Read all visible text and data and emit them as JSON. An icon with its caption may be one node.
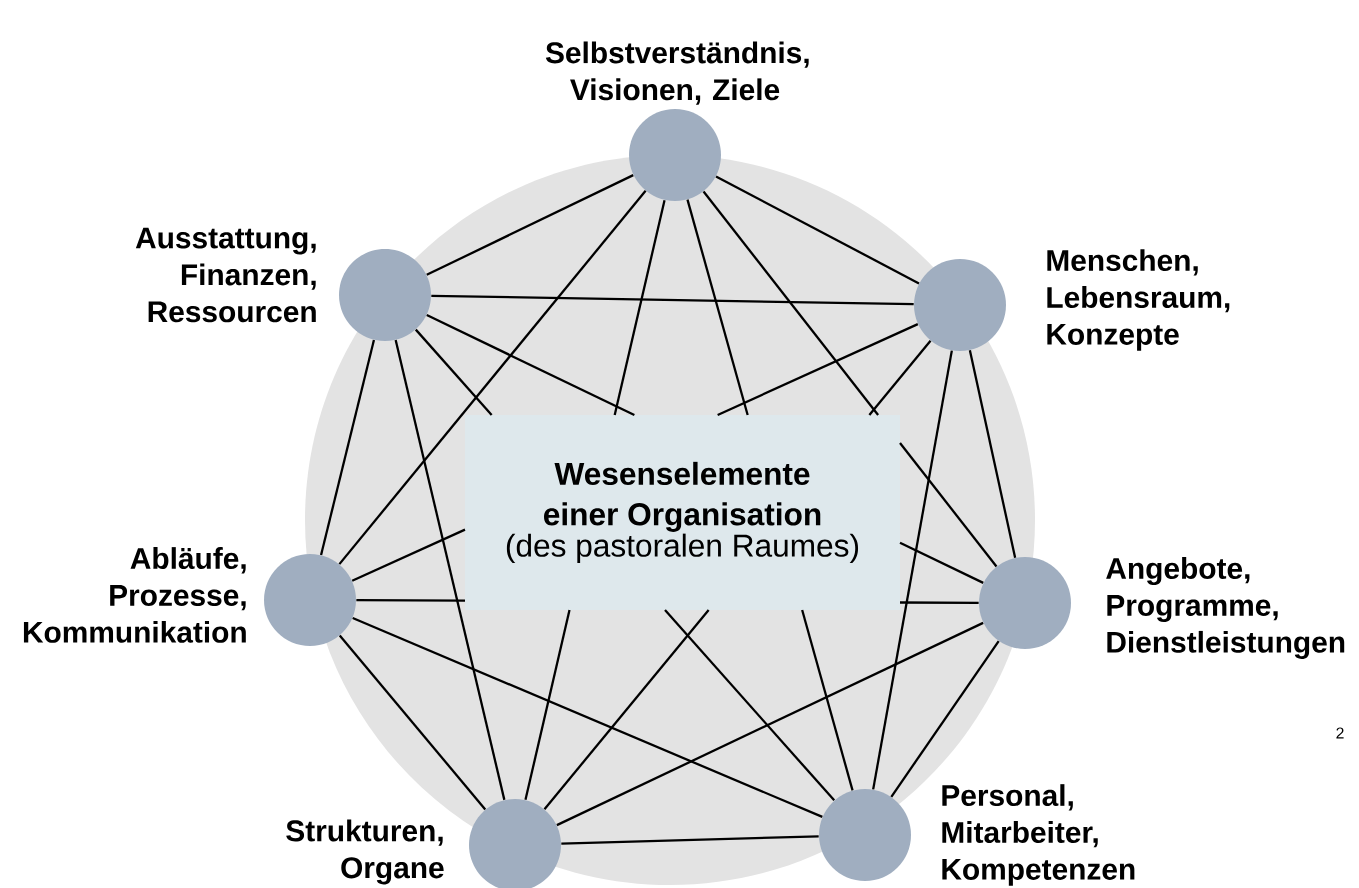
{
  "diagram": {
    "nodes": [
      {
        "text": [
          "Selbstverständnis, Visionen, Ziele"
        ]
      },
      {
        "text": [
          "Ausstattung, Finanzen, Ressourcen"
        ]
      },
      {
        "text": [
          "Menschen, Lebensraum, Konzepte"
        ]
      },
      {
        "text": [
          "Wesenselemente einer Organisation",
          "(des pastoralen Raumes)"
        ]
      },
      {
        "text": [
          "Abläufe, Prozesse, Kommunikation"
        ]
      },
      {
        "text": [
          "Angebote, Programme, Dienstleistungen"
        ]
      },
      {
        "text": [
          "Strukturen, Organe"
        ]
      },
      {
        "text": [
          "Personal, Mitarbeiter, Kompetenzen"
        ]
      }
    ],
    "edges": [
      {
        "from": 0,
        "to": 1,
        "arrow": "none"
      },
      {
        "from": 0,
        "to": 2,
        "arrow": "none"
      },
      {
        "from": 0,
        "to": 4,
        "arrow": "none"
      },
      {
        "from": 0,
        "to": 3,
        "arrow": "none"
      },
      {
        "from": 0,
        "to": 3,
        "arrow": "none"
      },
      {
        "from": 0,
        "to": 3,
        "arrow": "none"
      },
      {
        "from": 1,
        "to": 2,
        "arrow": "none"
      },
      {
        "from": 1,
        "to": 4,
        "arrow": "none"
      },
      {
        "from": 1,
        "to": 6,
        "arrow": "none"
      },
      {
        "from": 1,
        "to": 3,
        "arrow": "none"
      },
      {
        "from": 1,
        "to": 3,
        "arrow": "none"
      },
      {
        "from": 2,
        "to": 5,
        "arrow": "none"
      },
      {
        "from": 2,
        "to": 7,
        "arrow": "none"
      },
      {
        "from": 2,
        "to": 3,
        "arrow": "none"
      },
      {
        "from": 2,
        "to": 3,
        "arrow": "none"
      },
      {
        "from": 4,
        "to": 6,
        "arrow": "none"
      },
      {
        "from": 4,
        "to": 7,
        "arrow": "none"
      },
      {
        "from": 4,
        "to": 3,
        "arrow": "none"
      },
      {
        "from": 4,
        "to": 3,
        "arrow": "none"
      },
      {
        "from": 5,
        "to": 6,
        "arrow": "none"
      },
      {
        "from": 5,
        "to": 7,
        "arrow": "none"
      },
      {
        "from": 5,
        "to": 3,
        "arrow": "none"
      },
      {
        "from": 5,
        "to": 3,
        "arrow": "none"
      },
      {
        "from": 5,
        "to": 3,
        "arrow": "none"
      },
      {
        "from": 6,
        "to": 7,
        "arrow": "none"
      },
      {
        "from": 6,
        "to": 3,
        "arrow": "none"
      },
      {
        "from": 6,
        "to": 3,
        "arrow": "none"
      },
      {
        "from": 7,
        "to": 3,
        "arrow": "none"
      },
      {
        "from": 7,
        "to": 3,
        "arrow": "none"
      }
    ],
    "labels": [
      "2"
    ]
  }
}
